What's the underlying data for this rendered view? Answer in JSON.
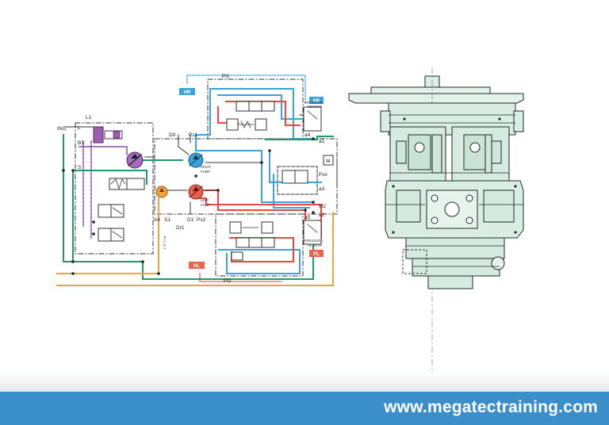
{
  "schematic": {
    "left_labels": [
      "L1",
      "L",
      "B1",
      "S",
      "ING"
    ],
    "port_labels": {
      "pi1": "Pi1",
      "pi2": "Pi2",
      "d0": "D0",
      "ps1": "Ps1",
      "ps2": "Ps2",
      "d1": "D1",
      "a4": "A4",
      "s1": "S1",
      "dr1": "Dr1",
      "a1": "a1",
      "a3": "a3",
      "a4r": "a4",
      "a5": "a5",
      "a2": "a2",
      "m2": "M2",
      "psv": "Psv",
      "m": "M"
    },
    "pump_labels": {
      "right_1": "RIGHT",
      "right_2": "PUMP",
      "left_1": "LEFT",
      "left_2": "PUMP",
      "pilot": "P I L O T"
    },
    "sensor_labels": {
      "top_1": "PRESSURE",
      "top_2": "SENSOR",
      "bottom_1": "PRESSURE",
      "bottom_2": "SENSOR"
    },
    "tags": {
      "pr": "PR",
      "pl": "PL",
      "hl": "HL",
      "hr": "HR"
    },
    "colors": {
      "red": "#e8483b",
      "blue": "#3aa3d9",
      "green": "#1f9a6a",
      "purple": "#8e4aa6",
      "orange": "#f2a23a",
      "light_blue": "#7fc4e6"
    }
  },
  "footer": {
    "url": "www.megatectraining.com"
  }
}
